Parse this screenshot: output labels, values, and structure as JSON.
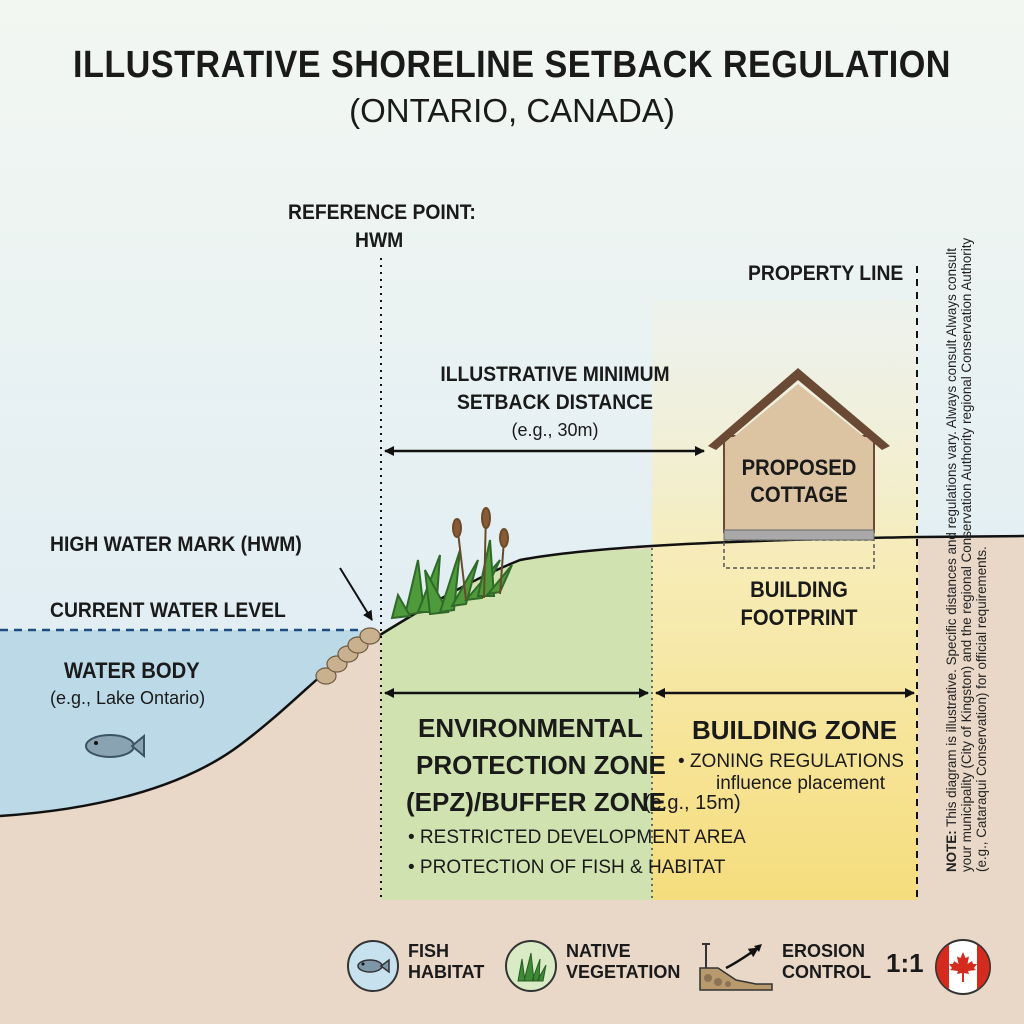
{
  "title": "ILLUSTRATIVE SHORELINE SETBACK REGULATION",
  "subtitle": "(ONTARIO, CANADA)",
  "reference_point": {
    "line1": "REFERENCE POINT:",
    "line2": "HWM"
  },
  "property_line": "PROPERTY LINE",
  "setback": {
    "line1": "ILLUSTRATIVE MINIMUM",
    "line2": "SETBACK DISTANCE",
    "line3": "(e.g., 30m)"
  },
  "cottage": {
    "line1": "PROPOSED",
    "line2": "COTTAGE"
  },
  "footprint": {
    "line1": "BUILDING",
    "line2": "FOOTPRINT"
  },
  "hwm_label": "HIGH WATER MARK (HWM)",
  "current_water_level": "CURRENT WATER LEVEL",
  "water_body": {
    "line1": "WATER BODY",
    "line2": "(e.g., Lake Ontario)"
  },
  "epz": {
    "line1": "ENVIRONMENTAL",
    "line2": "PROTECTION ZONE",
    "line3": "(EPZ)/BUFFER ZONE",
    "example": "(e.g., 15m)",
    "bullets": [
      "• RESTRICTED DEVELOPMENT AREA",
      "• PROTECTION OF FISH & HABITAT"
    ]
  },
  "building_zone": {
    "title": "BUILDING ZONE",
    "bullet_line1": "• ZONING REGULATIONS",
    "bullet_line2": "influence placement"
  },
  "note": {
    "prefix": "NOTE:",
    "text": " This diagram is illustrative. Specific distances and regulations vary. Always consult Always consult your municipality (City of Kingston) and the regional Conservation Authority regional Conservation Authority (e.g., Cataraqui Conservation) for official requirements."
  },
  "legend": {
    "fish": {
      "line1": "FISH",
      "line2": "HABITAT",
      "icon": "fish-icon"
    },
    "vegetation": {
      "line1": "NATIVE",
      "line2": "VEGETATION",
      "icon": "grass-icon"
    },
    "erosion": {
      "line1": "EROSION",
      "line2": "CONTROL",
      "icon": "erosion-icon"
    },
    "scale": "1:1",
    "flag": "canada-flag-icon"
  },
  "colors": {
    "sky": "#eaf3f5",
    "water": "#bfdbe8",
    "ground": "#ead8c9",
    "epz": "#cde2ad",
    "building_zone": "#f6e28c",
    "cottage": "#dcc3a2",
    "roof": "#6b4a35",
    "dashed_water": "#1f4f80"
  }
}
